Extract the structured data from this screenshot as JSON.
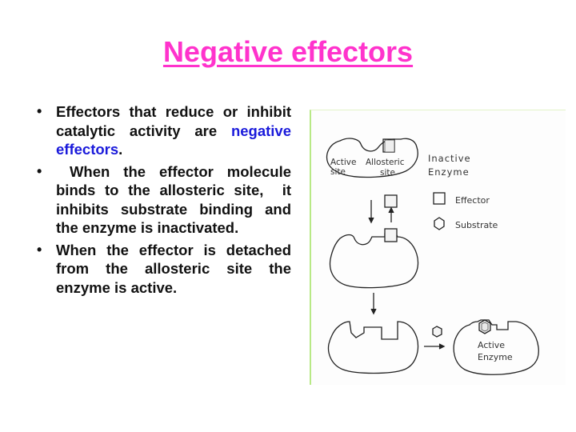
{
  "slide": {
    "title": "Negative effectors",
    "title_color": "#ff33cc",
    "highlight_color": "#1a1adb",
    "bullets": [
      {
        "text_before": "Effectors that reduce or inhibit catalytic activity are ",
        "highlight": "negative effectors",
        "text_after": "."
      },
      {
        "text": " When the effector molecule binds to the allosteric site,  it inhibits substrate binding and the enzyme is inactivated."
      },
      {
        "text": "When the effector is detached from the allosteric site the enzyme is active."
      }
    ],
    "bullet_symbol": "•"
  },
  "figure": {
    "labels": {
      "active_site_line1": "Active",
      "active_site_line2": "site",
      "allosteric_site_line1": "Allosteric",
      "allosteric_site_line2": "site",
      "inactive_enzyme_line1": "Inactive",
      "inactive_enzyme_line2": "Enzyme",
      "active_enzyme_line1": "Active",
      "active_enzyme_line2": "Enzyme"
    },
    "legend": [
      {
        "shape": "square",
        "label": "Effector"
      },
      {
        "shape": "hexagon",
        "label": "Substrate"
      }
    ],
    "border_color": "#b8e986"
  }
}
